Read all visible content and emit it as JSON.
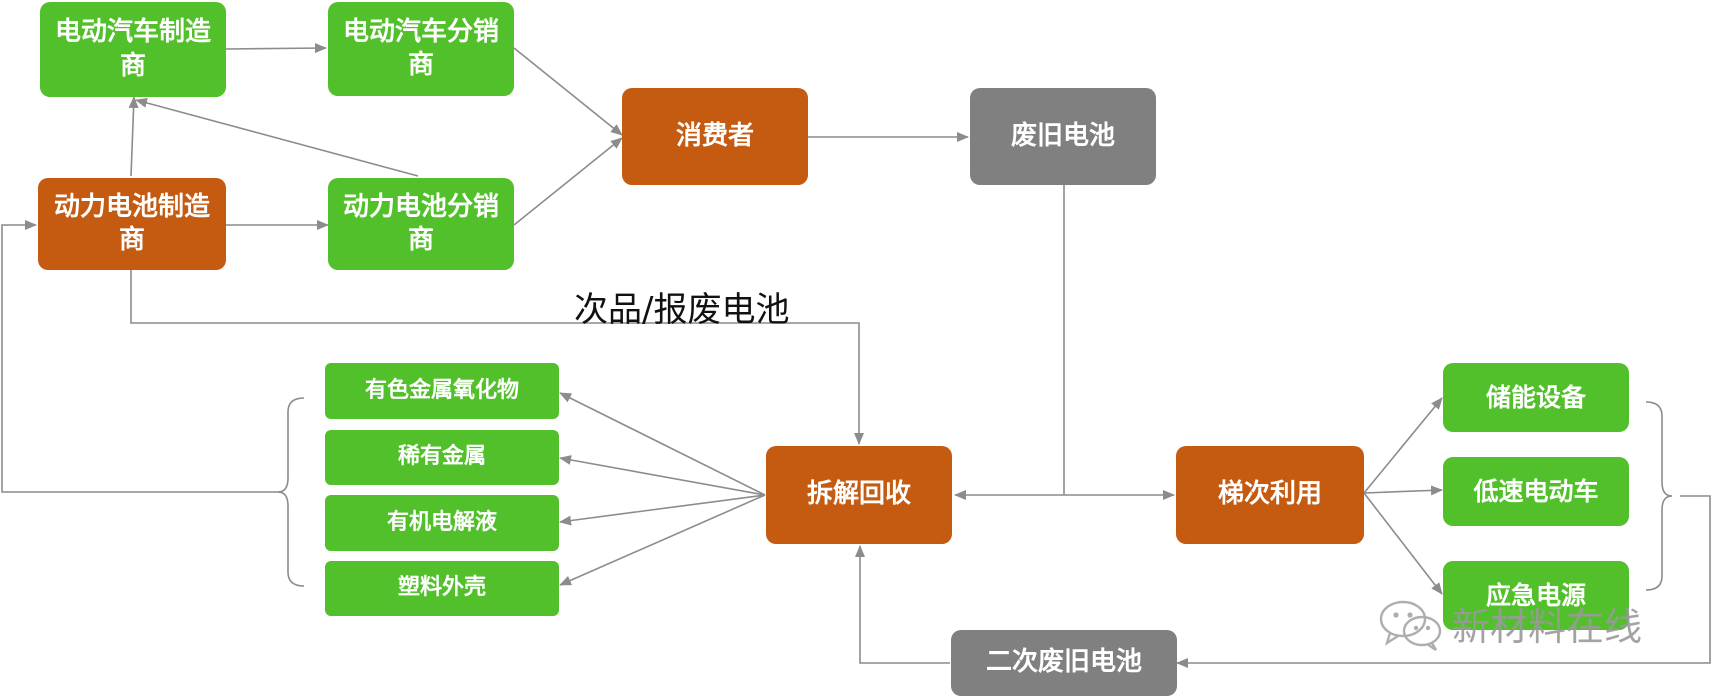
{
  "nodes": {
    "ev_maker": "电动汽车制造商",
    "ev_dealer": "电动汽车分销商",
    "battery_maker": "动力电池制造商",
    "battery_dealer": "动力电池分销商",
    "consumer": "消费者",
    "waste_battery": "废旧电池",
    "dismantle": "拆解回收",
    "cascade_use": "梯次利用",
    "secondary_waste": "二次废旧电池",
    "nonferrous": "有色金属氧化物",
    "rare_metal": "稀有金属",
    "electrolyte": "有机电解液",
    "plastic_shell": "塑料外壳",
    "energy_storage": "储能设备",
    "low_speed_ev": "低速电动车",
    "emergency_power": "应急电源"
  },
  "edge_label": "次品/报废电池",
  "watermark": "新材料在线",
  "colors": {
    "green": "#52c02a",
    "orange": "#c55a11",
    "gray": "#808080",
    "line": "#8c8c8c"
  }
}
